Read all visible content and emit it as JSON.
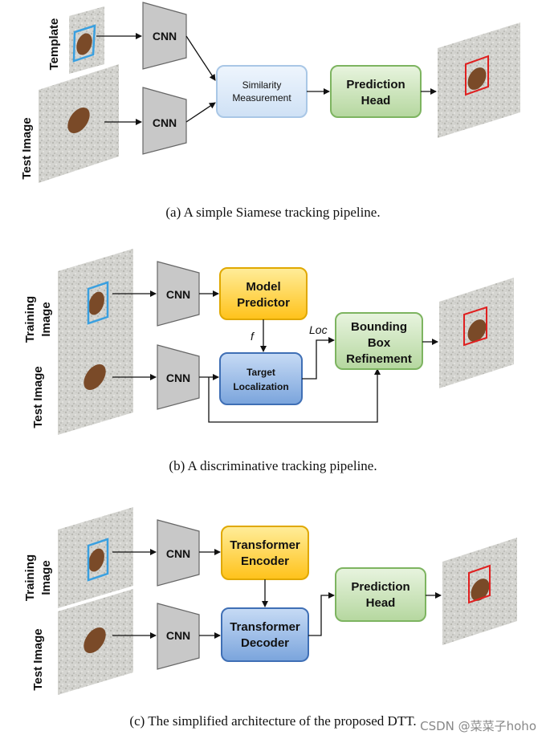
{
  "panel_a": {
    "template_label": "Template",
    "test_label": "Test Image",
    "cnn_top": "CNN",
    "cnn_bottom": "CNN",
    "similarity_line1": "Similarity",
    "similarity_line2": "Measurement",
    "prediction_line1": "Prediction",
    "prediction_line2": "Head",
    "caption": "(a)  A simple Siamese tracking pipeline."
  },
  "panel_b": {
    "training_line1": "Training",
    "training_line2": "Image",
    "test_label": "Test Image",
    "cnn_top": "CNN",
    "cnn_bottom": "CNN",
    "model_line1": "Model",
    "model_line2": "Predictor",
    "target_line1": "Target",
    "target_line2": "Localization",
    "bbox_line1": "Bounding",
    "bbox_line2": "Box",
    "bbox_line3": "Refinement",
    "f_label": "f",
    "loc_label": "Loc",
    "caption": "(b)  A discriminative tracking pipeline."
  },
  "panel_c": {
    "training_line1": "Training",
    "training_line2": "Image",
    "test_label": "Test Image",
    "cnn_top": "CNN",
    "cnn_bottom": "CNN",
    "encoder_line1": "Transformer",
    "encoder_line2": "Encoder",
    "decoder_line1": "Transformer",
    "decoder_line2": "Decoder",
    "prediction_line1": "Prediction",
    "prediction_line2": "Head",
    "caption": "(c)  The simplified architecture of the proposed DTT."
  },
  "watermark": "CSDN @菜菜子hoho",
  "colors": {
    "blue_box_fill": "#dce9f7",
    "blue_box_stroke": "#a9c7e6",
    "blue_dark_fill": "#8fb4e3",
    "blue_dark_stroke": "#3f6fb5",
    "green_fill": "#c8e2b8",
    "green_stroke": "#7db460",
    "yellow_fill": "#ffd84d",
    "yellow_stroke": "#e0a800",
    "cnn_fill": "#c8c8c8",
    "cnn_stroke": "#666666",
    "template_box": "#3aa0e0",
    "result_box": "#e02020"
  }
}
